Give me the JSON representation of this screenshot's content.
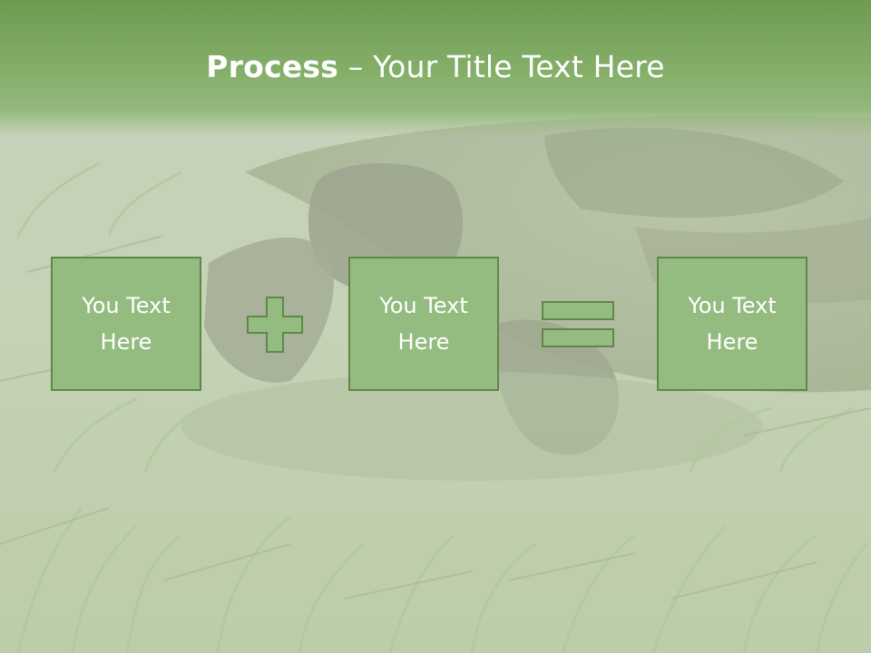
{
  "slide": {
    "title_bold": "Process",
    "title_rest": " – Your Title Text Here"
  },
  "boxes": [
    {
      "text": "You Text Here"
    },
    {
      "text": "You Text Here"
    },
    {
      "text": "You Text Here"
    }
  ],
  "operators": {
    "first": "plus-icon",
    "second": "equals-icon"
  },
  "colors": {
    "title_band": "#86b06a",
    "box_fill": "#94bb80",
    "box_border": "#61864a",
    "text": "#ffffff"
  }
}
